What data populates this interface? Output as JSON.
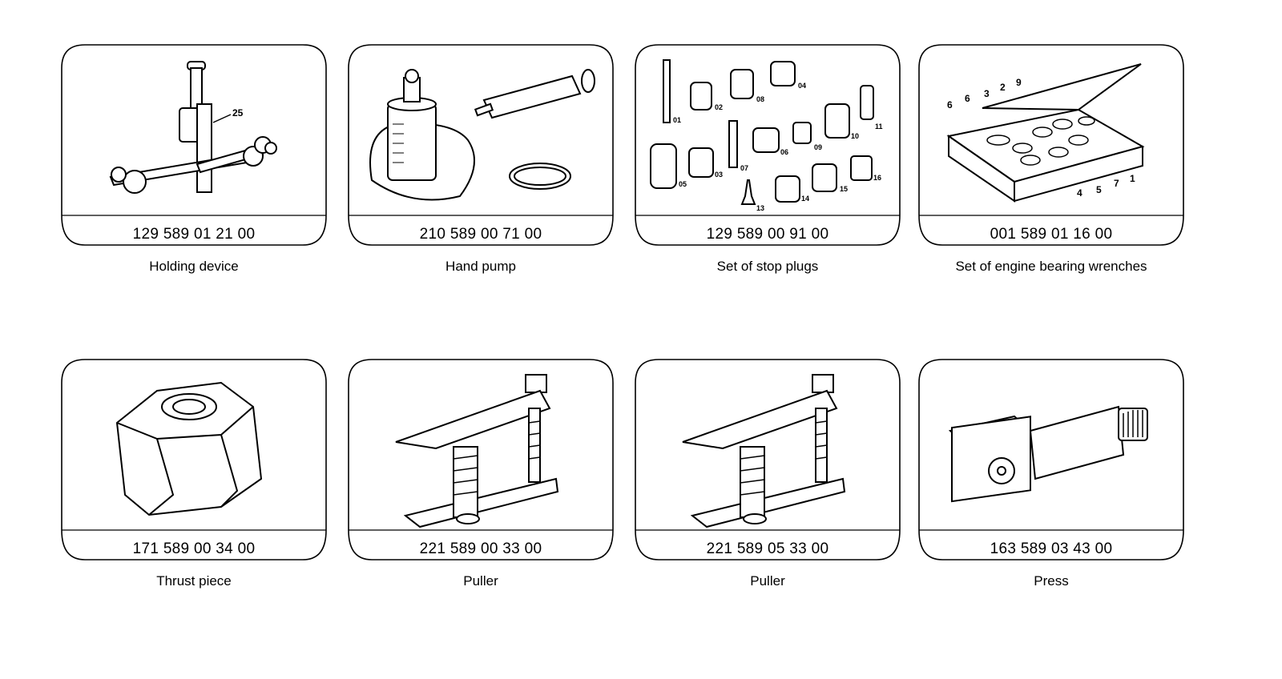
{
  "tools": [
    {
      "part_number": "129 589 01 21 00",
      "name": "Holding device",
      "icon": "holding-device-illustration",
      "callouts": [
        "25"
      ]
    },
    {
      "part_number": "210 589 00 71 00",
      "name": "Hand pump",
      "icon": "hand-pump-illustration"
    },
    {
      "part_number": "129 589 00 91 00",
      "name": "Set of stop plugs",
      "icon": "stop-plugs-illustration",
      "callouts": [
        "01",
        "02",
        "03",
        "04",
        "05",
        "06",
        "07",
        "08",
        "09",
        "10",
        "11",
        "13",
        "14",
        "15",
        "16"
      ]
    },
    {
      "part_number": "001 589 01 16 00",
      "name": "Set of engine bearing wrenches",
      "icon": "bearing-wrench-set-illustration",
      "callouts": [
        "6",
        "6",
        "3",
        "2",
        "9",
        "4",
        "5",
        "7",
        "1"
      ]
    },
    {
      "part_number": "171 589 00 34 00",
      "name": "Thrust piece",
      "icon": "thrust-piece-illustration"
    },
    {
      "part_number": "221 589 00 33 00",
      "name": "Puller",
      "icon": "puller-illustration"
    },
    {
      "part_number": "221 589 05 33 00",
      "name": "Puller",
      "icon": "puller-illustration"
    },
    {
      "part_number": "163 589 03 43 00",
      "name": "Press",
      "icon": "press-illustration"
    }
  ]
}
